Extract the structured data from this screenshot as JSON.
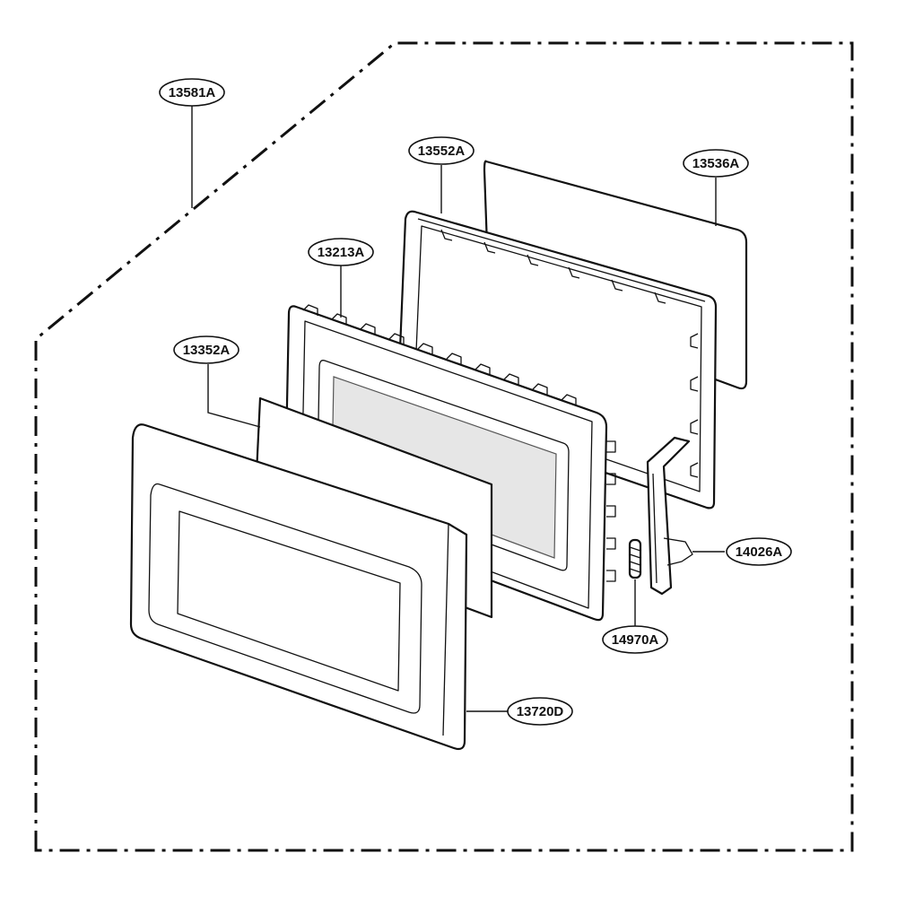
{
  "labels": {
    "l13581A": "13581A",
    "l13552A": "13552A",
    "l13536A": "13536A",
    "l13213A": "13213A",
    "l13352A": "13352A",
    "l14026A": "14026A",
    "l14970A": "14970A",
    "l13720D": "13720D"
  }
}
